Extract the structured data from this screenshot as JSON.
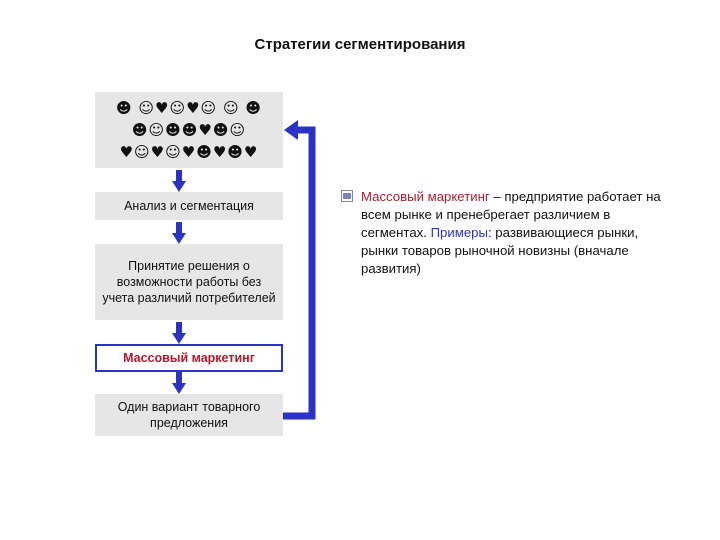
{
  "diagram": {
    "title": "Стратегии сегментирования",
    "symbol_rows": [
      "☻ ☺♥☺♥☺ ☺ ☻",
      "☻☺☻☻♥☻☺",
      "♥☺♥☺♥☻♥☻♥"
    ],
    "boxes": [
      "Анализ и сегментация",
      "Принятие решения о возможности работы без учета различий потребителей",
      "Массовый маркетинг",
      "Один вариант товарного предложения"
    ],
    "description": {
      "term": "Массовый маркетинг",
      "dash": " – ",
      "text": "предприятие работает на всем рынке и пренебрегает различием в сегментах.",
      "examples_label": "Примеры",
      "examples_text": ": развивающиеся рынки, рынки товаров рыночной новизны (вначале развития)"
    },
    "colors": {
      "accent_blue": "#2a33c4",
      "accent_red": "#b0192e",
      "box_fill": "#e6e6e6"
    },
    "icons": [
      "down-arrow-icon",
      "loop-arrow-icon",
      "bullet-icon"
    ]
  }
}
